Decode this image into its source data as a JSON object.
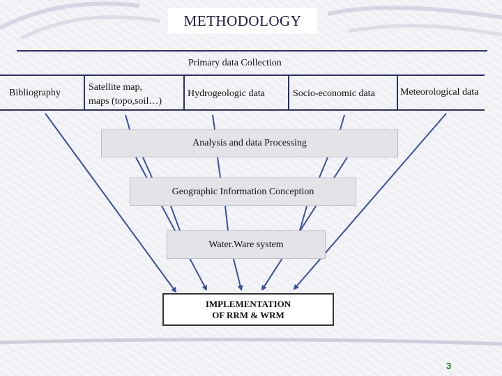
{
  "title": "METHODOLOGY",
  "primary_label": "Primary data Collection",
  "sources": {
    "bibliography": "Bibliography",
    "satellite_line1": "Satellite map,",
    "satellite_line2": "maps (topo,soil…)",
    "hydrogeologic": "Hydrogeologic data",
    "socio_economic": "Socio-economic data",
    "meteorological": "Meteorological data"
  },
  "stages": {
    "analysis": "Analysis and data Processing",
    "geographic": "Geographic Information Conception",
    "waterware": "Water.Ware system"
  },
  "implementation": {
    "line1": "IMPLEMENTATION",
    "line2": "OF RRM & WRM"
  },
  "page_number": "3",
  "colors": {
    "line": "#2b2f6f",
    "arrow": "#3a4f9f",
    "box": "#e4e4e8",
    "page_number": "#1e7a1e"
  }
}
